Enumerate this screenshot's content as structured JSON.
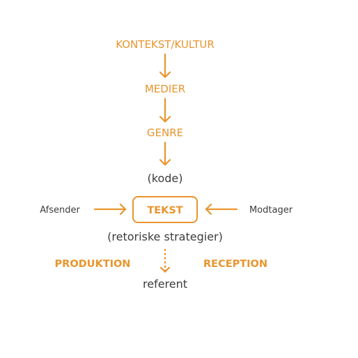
{
  "nodes": {
    "context": "KONTEKST/KULTUR",
    "media": "MEDIER",
    "genre": "GENRE",
    "code": "(kode)",
    "text": "TEKST",
    "sender": "Afsender",
    "receiver": "Modtager",
    "strategies": "(retoriske strategier)",
    "production": "PRODUKTION",
    "reception": "RECEPTION",
    "referent": "referent"
  },
  "colors": {
    "accent": "#e8952e",
    "text": "#3c3c3c"
  }
}
